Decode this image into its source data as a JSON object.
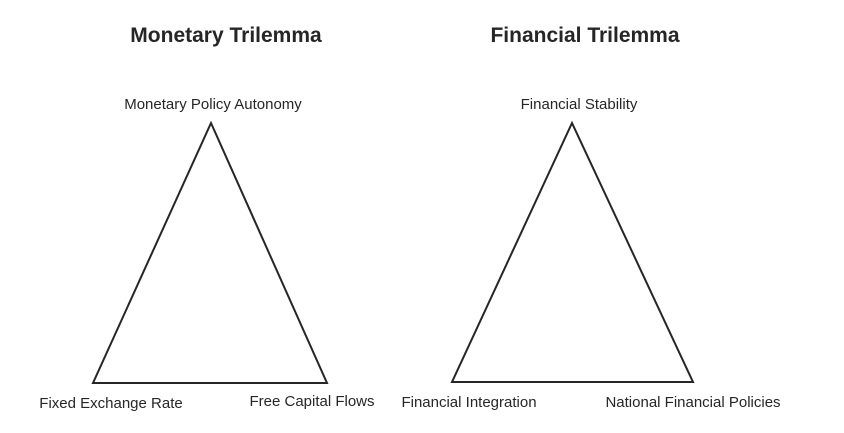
{
  "colors": {
    "text": "#262626",
    "line": "#262626",
    "background": "#ffffff"
  },
  "diagrams": [
    {
      "title": "Monetary Trilemma",
      "vertices": {
        "top": "Monetary Policy Autonomy",
        "bottom_left": "Fixed Exchange Rate",
        "bottom_right": "Free Capital Flows"
      }
    },
    {
      "title": "Financial Trilemma",
      "vertices": {
        "top": "Financial Stability",
        "bottom_left": "Financial Integration",
        "bottom_right": "National Financial Policies"
      }
    }
  ]
}
